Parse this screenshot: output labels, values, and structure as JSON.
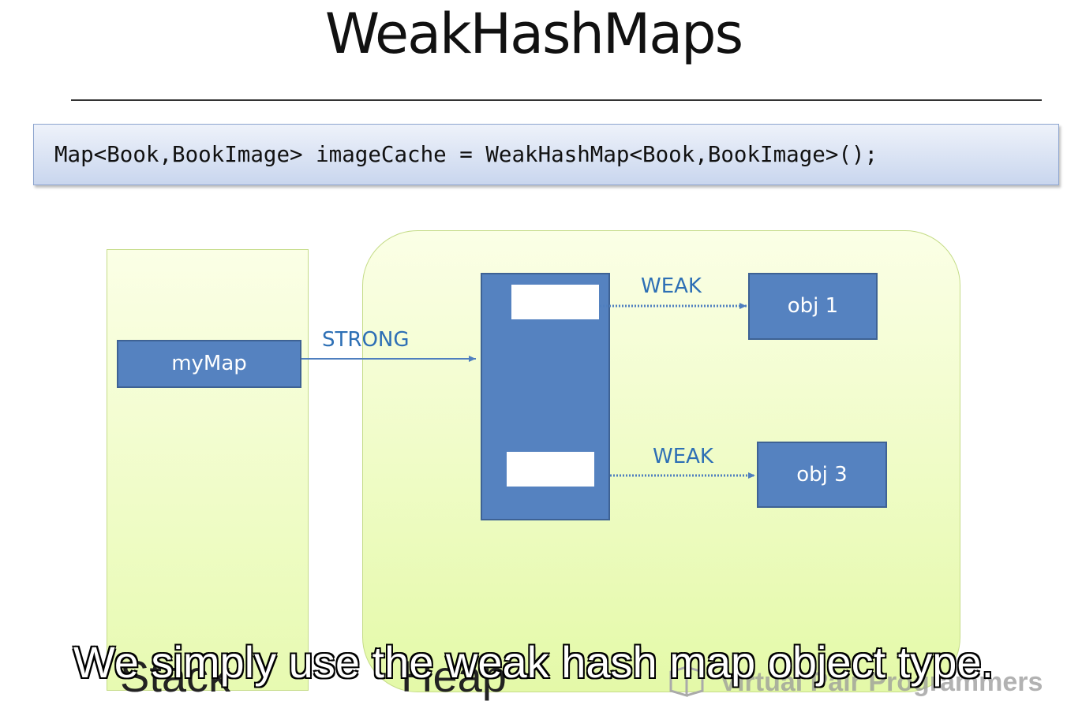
{
  "slide": {
    "title": "WeakHashMaps",
    "code": "Map<Book,BookImage> imageCache = WeakHashMap<Book,BookImage>();"
  },
  "diagram": {
    "regions": {
      "stack": "Stack",
      "heap": "Heap"
    },
    "nodes": {
      "mymap": "myMap",
      "obj1": "obj 1",
      "obj3": "obj 3"
    },
    "edges": {
      "strong": "STRONG",
      "weak1": "WEAK",
      "weak2": "WEAK"
    },
    "colors": {
      "node_fill": "#5582c0",
      "edge_text": "#2d6fb5",
      "region_fill": "#eefbc7"
    }
  },
  "watermark": "Virtual Pair Programmers",
  "subtitle": "We simply use the weak hash map object type."
}
